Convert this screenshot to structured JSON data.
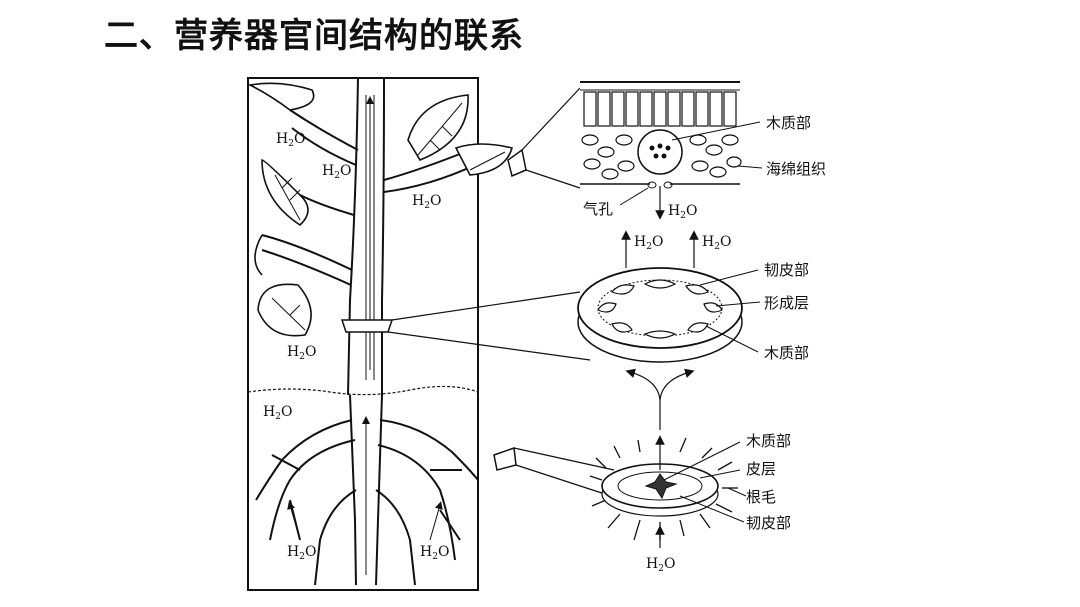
{
  "title": "二、营养器官间结构的联系",
  "water": "H2O",
  "leaf_labels": {
    "xylem": "木质部",
    "spongy": "海绵组织",
    "stoma": "气孔"
  },
  "stem_labels": {
    "phloem": "韧皮部",
    "cambium": "形成层",
    "xylem": "木质部"
  },
  "root_labels": {
    "xylem": "木质部",
    "cortex": "皮层",
    "root_hair": "根毛",
    "phloem": "韧皮部"
  }
}
